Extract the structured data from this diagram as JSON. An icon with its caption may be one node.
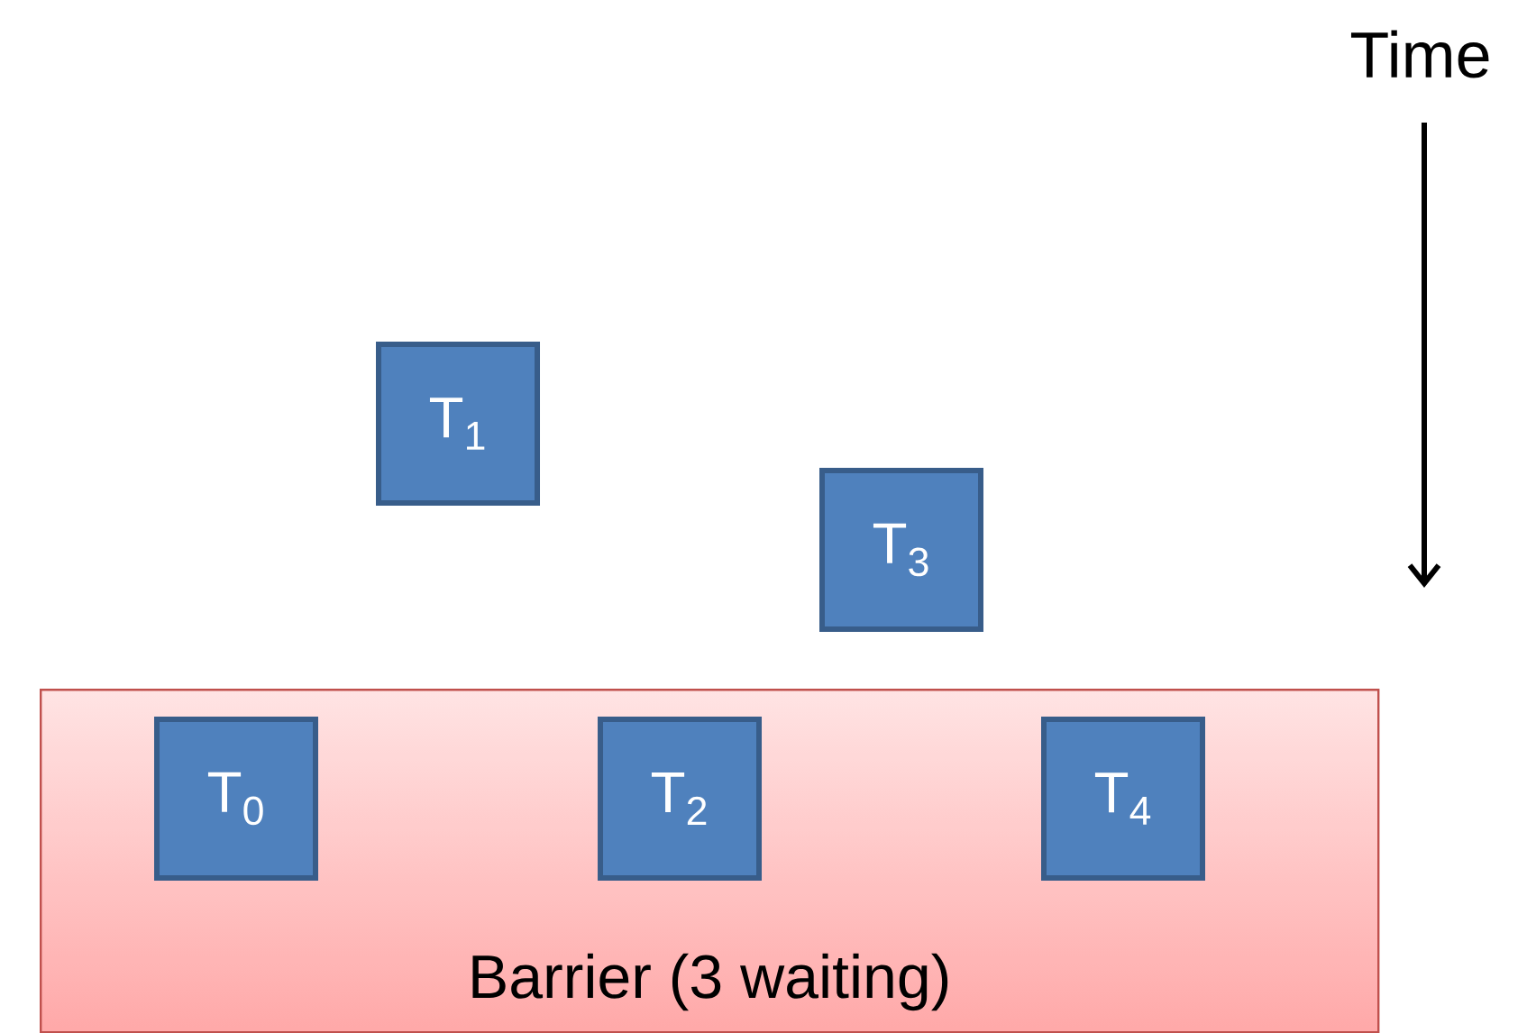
{
  "diagram": {
    "nodes": [
      {
        "text": [
          "T$_{1}$"
        ]
      },
      {
        "text": [
          "T$_{3}$"
        ]
      },
      {
        "text": [
          "Barrier (3 waiting)"
        ]
      },
      {
        "text": [
          "T$_{0}$"
        ],
        "in": 2
      },
      {
        "text": [
          "T$_{2}$"
        ],
        "in": 2
      },
      {
        "text": [
          "T$_{4}$"
        ],
        "in": 2
      }
    ],
    "edges": [],
    "labels": [
      "Time"
    ]
  }
}
